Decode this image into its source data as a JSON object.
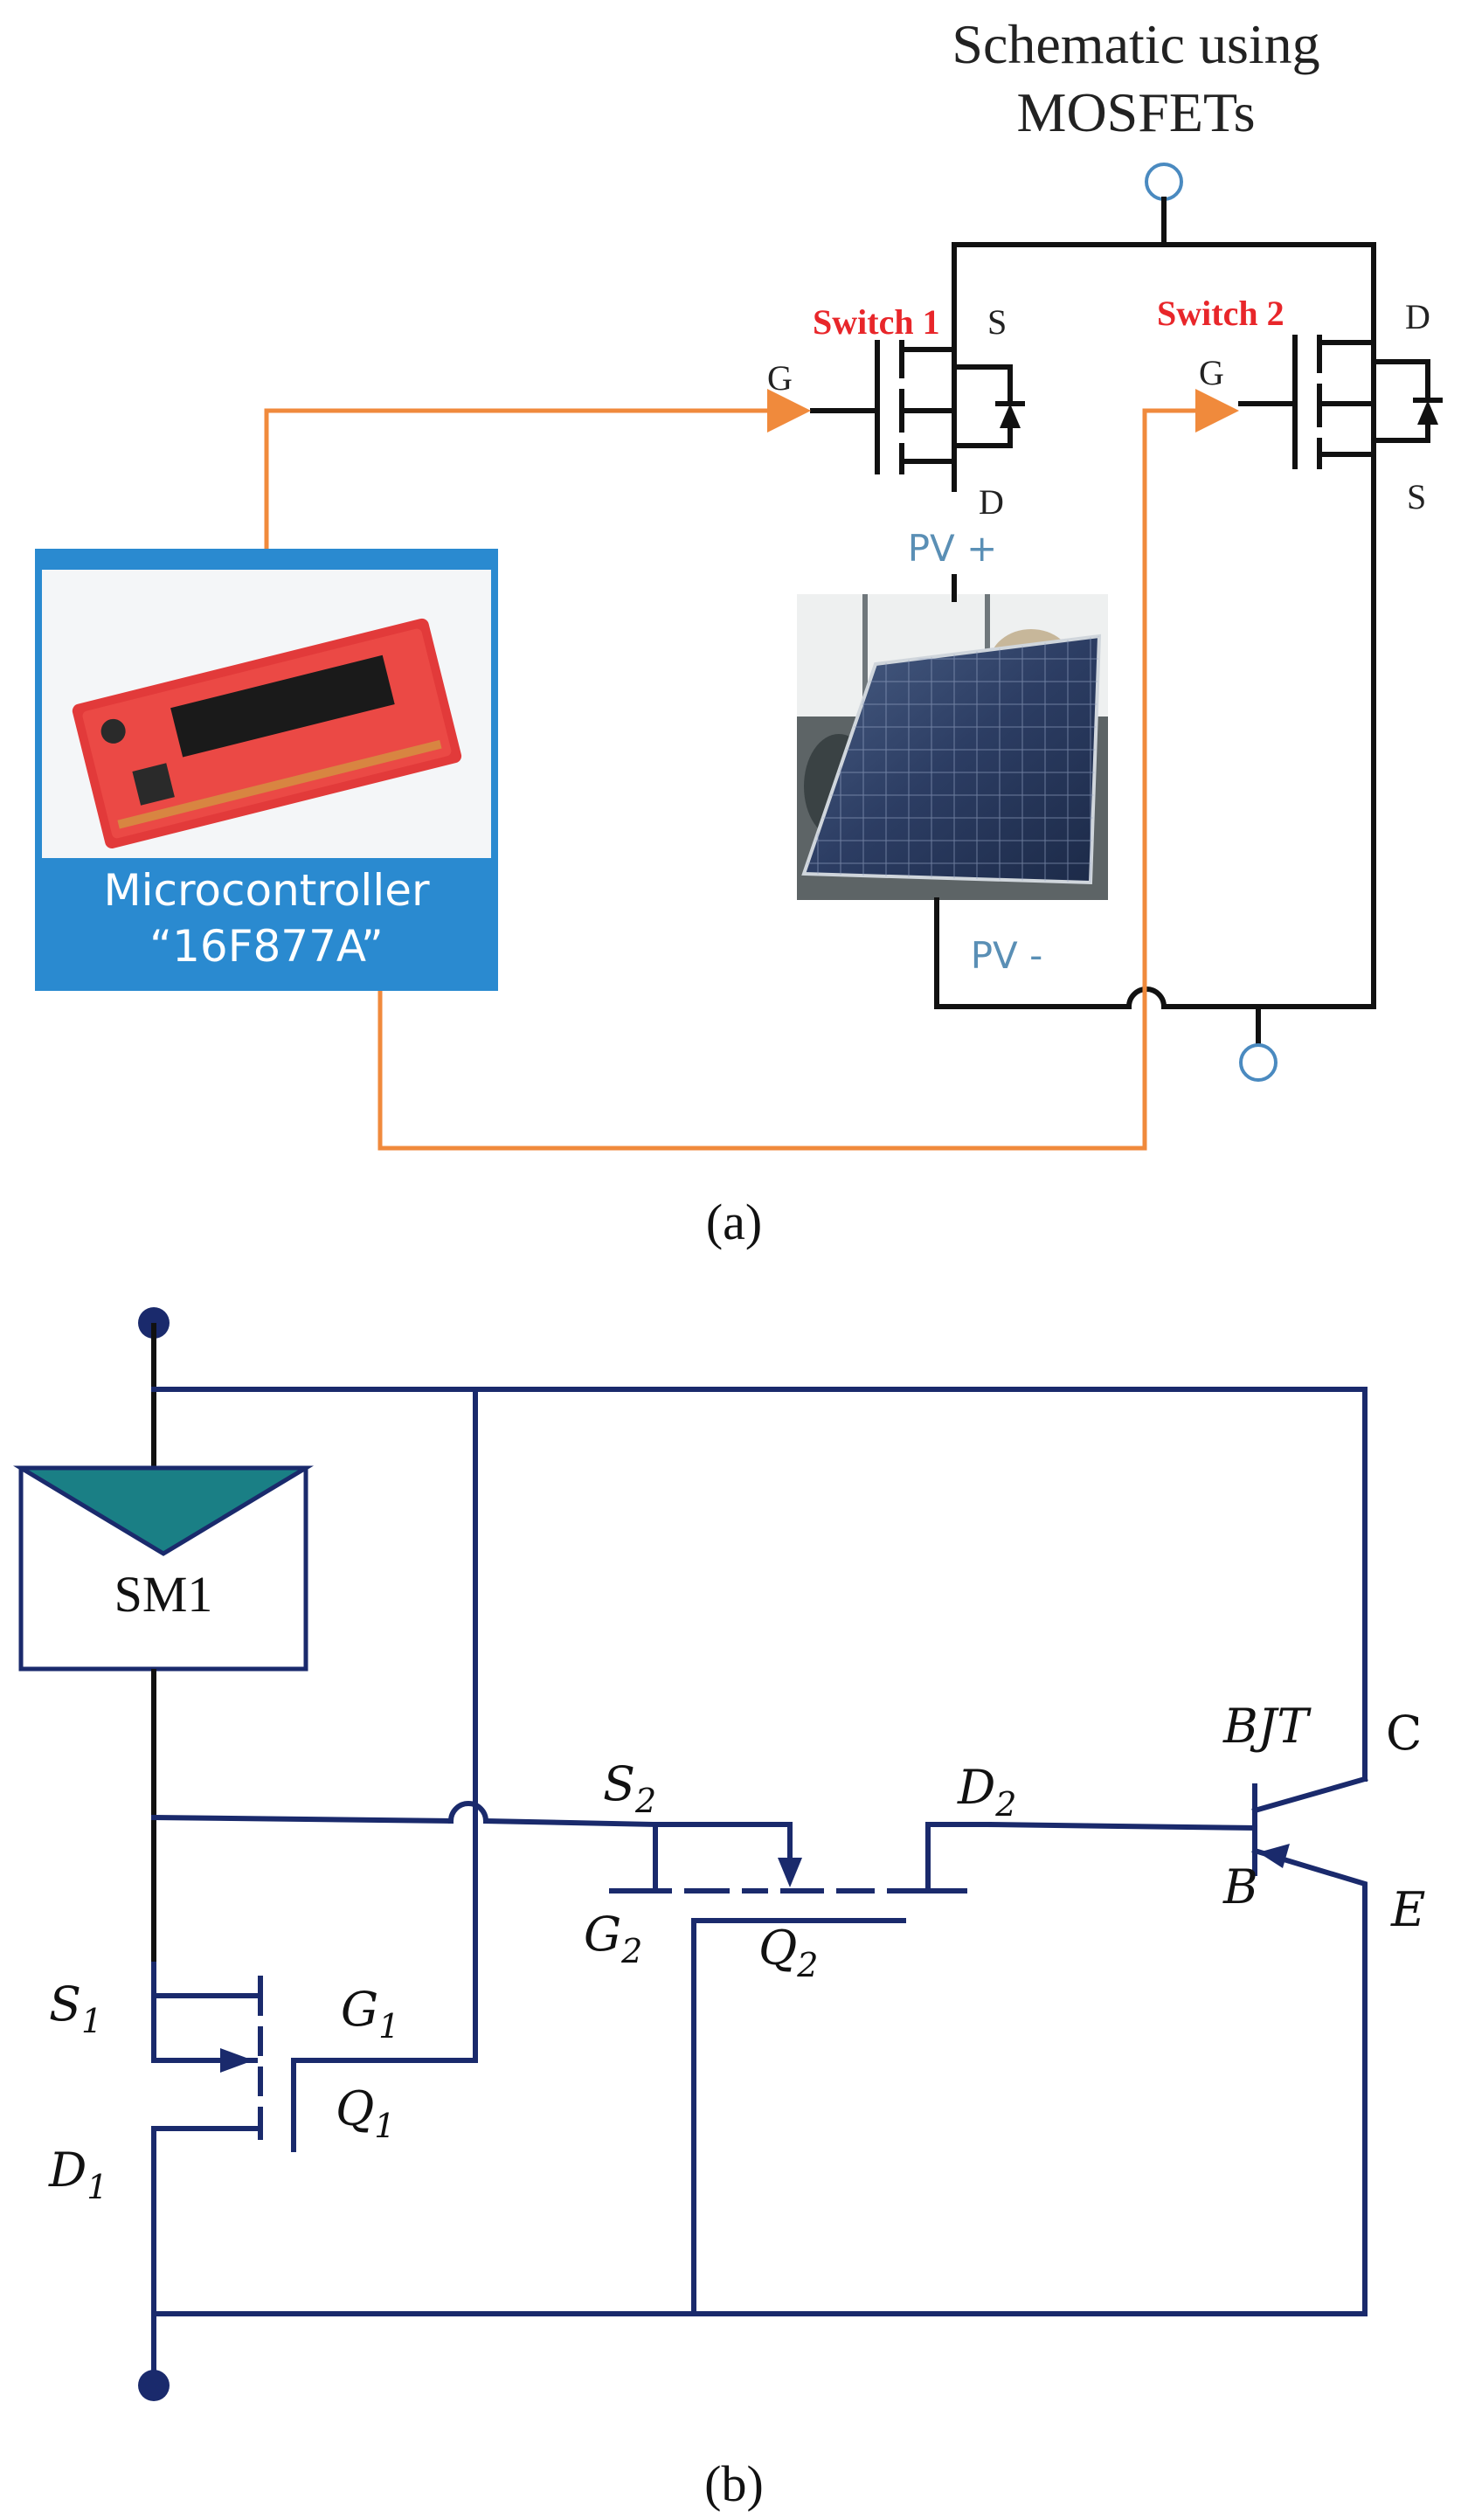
{
  "colors": {
    "wire_black": "#111111",
    "wire_orange": "#f08a3c",
    "wire_navy": "#1a2a6c",
    "switch_label_red": "#e8262a",
    "pv_label_blue": "#5a8fb5",
    "terminal_blue": "#4a8ac0",
    "mcu_panel_blue": "#2a8ad0",
    "panel_triangle_teal": "#1a7f85"
  },
  "diagram_a": {
    "title_line1": "Schematic using",
    "title_line2": "MOSFETs",
    "switch1_label": "Switch 1",
    "switch2_label": "Switch 2",
    "switch1_pins": {
      "gate": "G",
      "source": "S",
      "drain": "D"
    },
    "switch2_pins": {
      "gate": "G",
      "drain": "D",
      "source": "S"
    },
    "pv_plus": "PV +",
    "pv_minus": "PV -",
    "mcu_line1": "Microcontroller",
    "mcu_line2": "“16F877A”",
    "caption": "(a)"
  },
  "diagram_b": {
    "module_label": "SM1",
    "q1": {
      "S": "S",
      "S_sub": "1",
      "G": "G",
      "G_sub": "1",
      "Q": "Q",
      "Q_sub": "1",
      "D": "D",
      "D_sub": "1"
    },
    "q2": {
      "S": "S",
      "S_sub": "2",
      "D": "D",
      "D_sub": "2",
      "G": "G",
      "G_sub": "2",
      "Q": "Q",
      "Q_sub": "2"
    },
    "bjt": {
      "label": "BJT",
      "C": "C",
      "B": "B",
      "E": "E"
    },
    "caption": "(b)"
  }
}
